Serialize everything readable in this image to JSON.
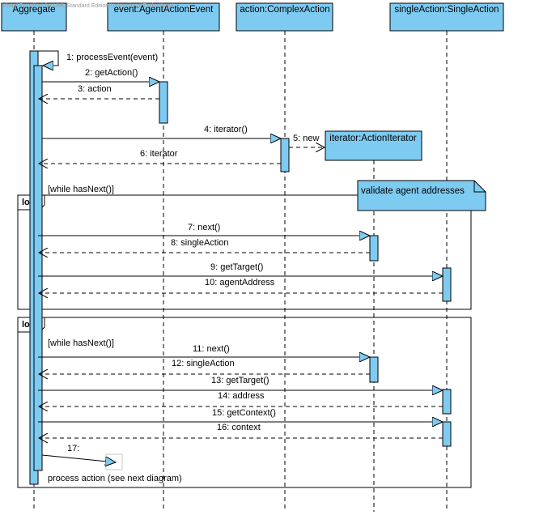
{
  "watermark": "Visual Paradigm for UML Standard Edition(University of Technology)",
  "lifelines": {
    "aggregate": "Aggregate",
    "event": "event:AgentActionEvent",
    "action": "action:ComplexAction",
    "single": "singleAction:SingleAction",
    "iterator": "iterator:ActionIterator"
  },
  "messages": {
    "m1": "1: processEvent(event)",
    "m2": "2: getAction()",
    "m3": "3: action",
    "m4": "4: iterator()",
    "m5": "5: new",
    "m6": "6: iterator",
    "m7": "7: next()",
    "m8": "8: singleAction",
    "m9": "9: getTarget()",
    "m10": "10: agentAddress",
    "m11": "11: next()",
    "m12": "12: singleAction",
    "m13": "13: getTarget()",
    "m14": "14: address",
    "m15": "15: getContext()",
    "m16": "16: context",
    "m17": "17:"
  },
  "fragments": {
    "loop1_label": "loop",
    "loop1_guard": "[while hasNext()]",
    "loop2_label": "loop",
    "loop2_guard": "[while hasNext()]"
  },
  "note": "validate agent addresses",
  "process_note": "process action (see next diagram)",
  "colors": {
    "fill": "#7ecbf2",
    "stroke": "#000000"
  }
}
